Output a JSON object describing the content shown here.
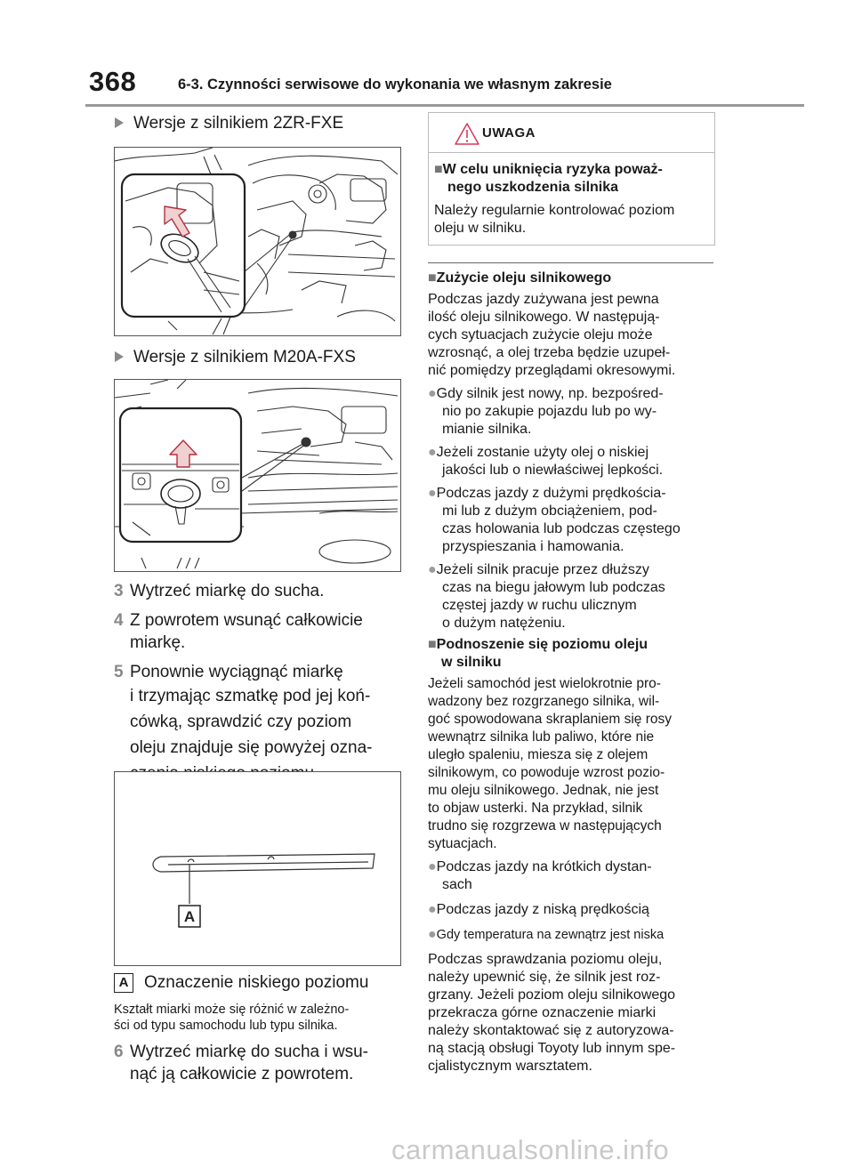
{
  "header": {
    "page_number": "368",
    "section_title": "6-3. Czynności serwisowe do wykonania we własnym zakresie"
  },
  "left": {
    "heading1": "Wersje z silnikiem 2ZR-FXE",
    "heading2": "Wersje z silnikiem M20A-FXS",
    "steps": [
      {
        "num": "3",
        "lines": [
          "Wytrzeć miarkę do sucha."
        ]
      },
      {
        "num": "4",
        "lines": [
          "Z powrotem wsunąć całkowicie",
          "miarkę."
        ]
      },
      {
        "num": "5",
        "lines": [
          "Ponownie wyciągnąć miarkę",
          "i trzymając szmatkę pod jej koń-",
          "cówką, sprawdzić czy poziom",
          "oleju znajduje się powyżej ozna-",
          "czenia niskiego poziomu."
        ]
      }
    ],
    "figure_label": "A",
    "legend_label": "A",
    "legend_text": "Oznaczenie niskiego poziomu",
    "note_lines": [
      "Kształt miarki może się różnić w zależno-",
      "ści od typu samochodu lub typu silnika."
    ],
    "step6": {
      "num": "6",
      "lines": [
        "Wytrzeć miarkę do sucha i wsu-",
        "nąć ją całkowicie z powrotem."
      ]
    }
  },
  "caution": {
    "title": "UWAGA",
    "heading_lines": [
      "W celu uniknięcia ryzyka poważ-",
      "nego uszkodzenia silnika"
    ],
    "body_lines": [
      "Należy regularnie kontrolować poziom",
      "oleju w silniku."
    ]
  },
  "right": {
    "sec1_title": "Zużycie oleju silnikowego",
    "sec1_para": [
      "Podczas jazdy zużywana jest pewna",
      "ilość oleju silnikowego. W następują-",
      "cych sytuacjach zużycie oleju może",
      "wzrosnąć, a olej trzeba będzie uzupeł-",
      "nić pomiędzy przeglądami okresowymi."
    ],
    "sec1_bullets": [
      [
        "Gdy silnik jest nowy, np. bezpośred-",
        "nio po zakupie pojazdu lub po wy-",
        "mianie silnika."
      ],
      [
        "Jeżeli zostanie użyty olej o niskiej",
        "jakości lub o niewłaściwej lepkości."
      ],
      [
        "Podczas jazdy z dużymi prędkościa-",
        "mi lub z dużym obciążeniem, pod-",
        "czas holowania lub podczas częstego",
        "przyspieszania i hamowania."
      ],
      [
        "Jeżeli silnik pracuje przez dłuższy",
        "czas na biegu jałowym lub podczas",
        "częstej jazdy w ruchu ulicznym",
        "o dużym natężeniu."
      ]
    ],
    "sec2_title": [
      "Podnoszenie się poziomu oleju",
      "w silniku"
    ],
    "sec2_para": [
      "Jeżeli samochód jest wielokrotnie pro-",
      "wadzony bez rozgrzanego silnika, wil-",
      "goć spowodowana skraplaniem się rosy",
      "wewnątrz silnika lub paliwo, które nie",
      "uległo spaleniu, miesza się z olejem",
      "silnikowym, co powoduje wzrost pozio-",
      "mu oleju silnikowego. Jednak, nie jest",
      "to objaw usterki. Na przykład, silnik",
      "trudno się rozgrzewa w następujących",
      "sytuacjach."
    ],
    "sec2_bullets": [
      [
        "Podczas jazdy na krótkich dystan-",
        "sach"
      ],
      [
        "Podczas jazdy z niską prędkością"
      ],
      [
        "Gdy temperatura na zewnątrz jest niska"
      ]
    ],
    "sec2_para2": [
      "Podczas sprawdzania poziomu oleju,",
      "należy upewnić się, że silnik jest roz-",
      "grzany. Jeżeli poziom oleju silnikowego",
      "przekracza górne oznaczenie miarki",
      "należy skontaktować się z autoryzowa-",
      "ną stacją obsługi Toyoty lub innym spe-",
      "cjalistycznym warsztatem."
    ]
  },
  "footer": {
    "watermark": "carmanualsonline.info"
  }
}
